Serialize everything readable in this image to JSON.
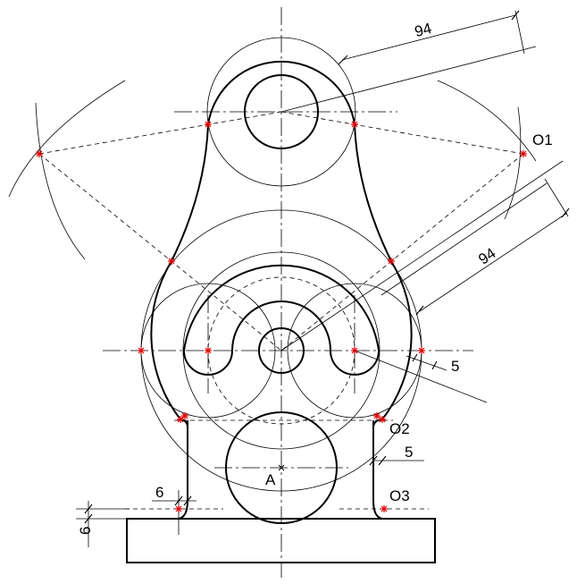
{
  "labels": {
    "dim_top": "94",
    "dim_right": "94",
    "dim_gap_right": "5",
    "dim_offset": "5",
    "dim_left_small": "6",
    "dim_bottom_left": "6",
    "point_o1": "O1",
    "point_o2": "O2",
    "point_o3": "O3",
    "point_a": "A"
  },
  "colors": {
    "line": "#000000",
    "tangent_point": "#e00000"
  }
}
